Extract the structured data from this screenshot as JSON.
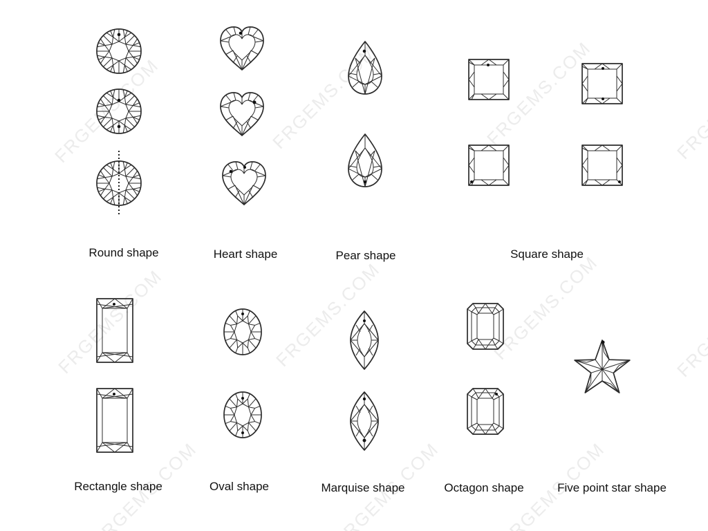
{
  "watermark": "FRGEMS.COM",
  "shapes": {
    "round": {
      "label": "Round shape"
    },
    "heart": {
      "label": "Heart shape"
    },
    "pear": {
      "label": "Pear shape"
    },
    "square": {
      "label": "Square shape"
    },
    "rectangle": {
      "label": "Rectangle shape"
    },
    "oval": {
      "label": "Oval shape"
    },
    "marquise": {
      "label": "Marquise shape"
    },
    "octagon": {
      "label": "Octagon shape"
    },
    "star": {
      "label": "Five point star shape"
    }
  },
  "colors": {
    "line": "#2b2b2b",
    "watermark": "#ececec",
    "background": "#ffffff"
  }
}
